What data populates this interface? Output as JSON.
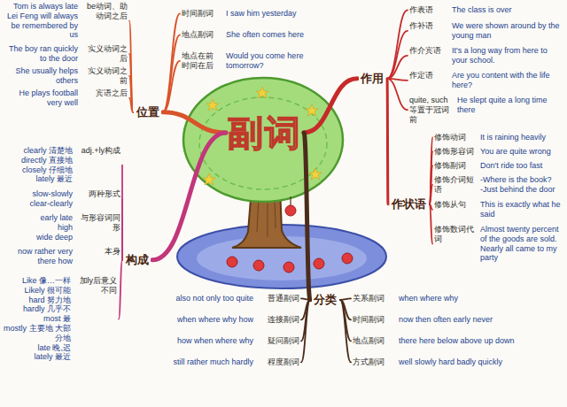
{
  "diagram": {
    "nodes": [
      {
        "text": [
          "副词"
        ]
      },
      {
        "text": [
          "位置"
        ]
      },
      {
        "text": [
          "作用"
        ]
      },
      {
        "text": [
          "构成"
        ]
      },
      {
        "text": [
          "分类"
        ]
      },
      {
        "text": [
          "be动词、助动词之后",
          "Tom is always late",
          "Lei Feng will always be remembered by us"
        ]
      },
      {
        "text": [
          "实义动词之后",
          "The boy ran quickly to the door"
        ]
      },
      {
        "text": [
          "实义动词之前",
          "She usually helps others"
        ]
      },
      {
        "text": [
          "宾语之后",
          "He plays football very well"
        ]
      },
      {
        "text": [
          "时间副词",
          "I saw him yesterday"
        ]
      },
      {
        "text": [
          "地点副词",
          "She often comes here"
        ]
      },
      {
        "text": [
          "地点在前 时间在后",
          "Would you come here tomorrow?"
        ]
      },
      {
        "text": [
          "作表语",
          "The class is over"
        ]
      },
      {
        "text": [
          "作补语",
          "We were shown around by the young man"
        ]
      },
      {
        "text": [
          "作介宾语",
          "It's a long way from here to your school."
        ]
      },
      {
        "text": [
          "作定语",
          "Are you content with the life here?"
        ]
      },
      {
        "text": [
          "quite, such等置于冠词前",
          "He slept quite a long time there"
        ]
      },
      {
        "text": [
          "作状语"
        ]
      },
      {
        "text": [
          "修饰动词",
          "It is raining heavily"
        ]
      },
      {
        "text": [
          "修饰形容词",
          "You are quite wrong"
        ]
      },
      {
        "text": [
          "修饰副词",
          "Don't ride too fast"
        ]
      },
      {
        "text": [
          "修饰介词短语",
          "-Where is the book?",
          "-Just behind the door"
        ]
      },
      {
        "text": [
          "修饰从句",
          "This is exactly what he said"
        ]
      },
      {
        "text": [
          "修饰数词代词",
          "Almost twenty percent of the goods are sold.",
          "Nearly all came to my party"
        ]
      },
      {
        "text": [
          "adj.+ly构成",
          "clearly 清楚地",
          "directly 直接地",
          "closely 仔细地",
          "lately 最近"
        ]
      },
      {
        "text": [
          "两种形式",
          "slow-slowly",
          "clear-clearly"
        ]
      },
      {
        "text": [
          "与形容词同形",
          "early late",
          "high",
          "wide deep"
        ]
      },
      {
        "text": [
          "本身",
          "now rather very there how"
        ]
      },
      {
        "text": [
          "加ly后意义不同",
          "Like 像…一样",
          "Likely 很可能",
          "hard 努力地",
          "hardly 几乎不",
          "most 最",
          "mostly 主要地 大部分地",
          "late 晚,迟",
          "lately 最近"
        ]
      },
      {
        "text": [
          "普通副词",
          "also not only too quite"
        ]
      },
      {
        "text": [
          "连接副词",
          "when where why how"
        ]
      },
      {
        "text": [
          "疑问副词",
          "how when where why"
        ]
      },
      {
        "text": [
          "程度副词",
          "still rather much hardly"
        ]
      },
      {
        "text": [
          "关系副词",
          "when where why"
        ]
      },
      {
        "text": [
          "时间副词",
          "now then often early never"
        ]
      },
      {
        "text": [
          "地点副词",
          "there here below above up down"
        ]
      },
      {
        "text": [
          "方式副词",
          "well slowly hard badly quickly"
        ]
      }
    ],
    "edges": [
      {
        "from": 0,
        "to": 1,
        "arrow": "none"
      },
      {
        "from": 0,
        "to": 2,
        "arrow": "none"
      },
      {
        "from": 0,
        "to": 3,
        "arrow": "none"
      },
      {
        "from": 0,
        "to": 4,
        "arrow": "none"
      },
      {
        "from": 1,
        "to": 5,
        "arrow": "none"
      },
      {
        "from": 1,
        "to": 6,
        "arrow": "none"
      },
      {
        "from": 1,
        "to": 7,
        "arrow": "none"
      },
      {
        "from": 1,
        "to": 8,
        "arrow": "none"
      },
      {
        "from": 1,
        "to": 9,
        "arrow": "none"
      },
      {
        "from": 1,
        "to": 10,
        "arrow": "none"
      },
      {
        "from": 1,
        "to": 11,
        "arrow": "none"
      },
      {
        "from": 2,
        "to": 12,
        "arrow": "none"
      },
      {
        "from": 2,
        "to": 13,
        "arrow": "none"
      },
      {
        "from": 2,
        "to": 14,
        "arrow": "none"
      },
      {
        "from": 2,
        "to": 15,
        "arrow": "none"
      },
      {
        "from": 2,
        "to": 16,
        "arrow": "none"
      },
      {
        "from": 2,
        "to": 17,
        "arrow": "none"
      },
      {
        "from": 17,
        "to": 18,
        "arrow": "none"
      },
      {
        "from": 17,
        "to": 19,
        "arrow": "none"
      },
      {
        "from": 17,
        "to": 20,
        "arrow": "none"
      },
      {
        "from": 17,
        "to": 21,
        "arrow": "none"
      },
      {
        "from": 17,
        "to": 22,
        "arrow": "none"
      },
      {
        "from": 17,
        "to": 23,
        "arrow": "none"
      },
      {
        "from": 3,
        "to": 24,
        "arrow": "none"
      },
      {
        "from": 3,
        "to": 25,
        "arrow": "none"
      },
      {
        "from": 3,
        "to": 26,
        "arrow": "none"
      },
      {
        "from": 3,
        "to": 27,
        "arrow": "none"
      },
      {
        "from": 3,
        "to": 28,
        "arrow": "none"
      },
      {
        "from": 4,
        "to": 29,
        "arrow": "none"
      },
      {
        "from": 4,
        "to": 30,
        "arrow": "none"
      },
      {
        "from": 4,
        "to": 31,
        "arrow": "none"
      },
      {
        "from": 4,
        "to": 32,
        "arrow": "none"
      },
      {
        "from": 4,
        "to": 33,
        "arrow": "none"
      },
      {
        "from": 4,
        "to": 34,
        "arrow": "none"
      },
      {
        "from": 4,
        "to": 35,
        "arrow": "none"
      },
      {
        "from": 4,
        "to": 36,
        "arrow": "none"
      }
    ]
  }
}
